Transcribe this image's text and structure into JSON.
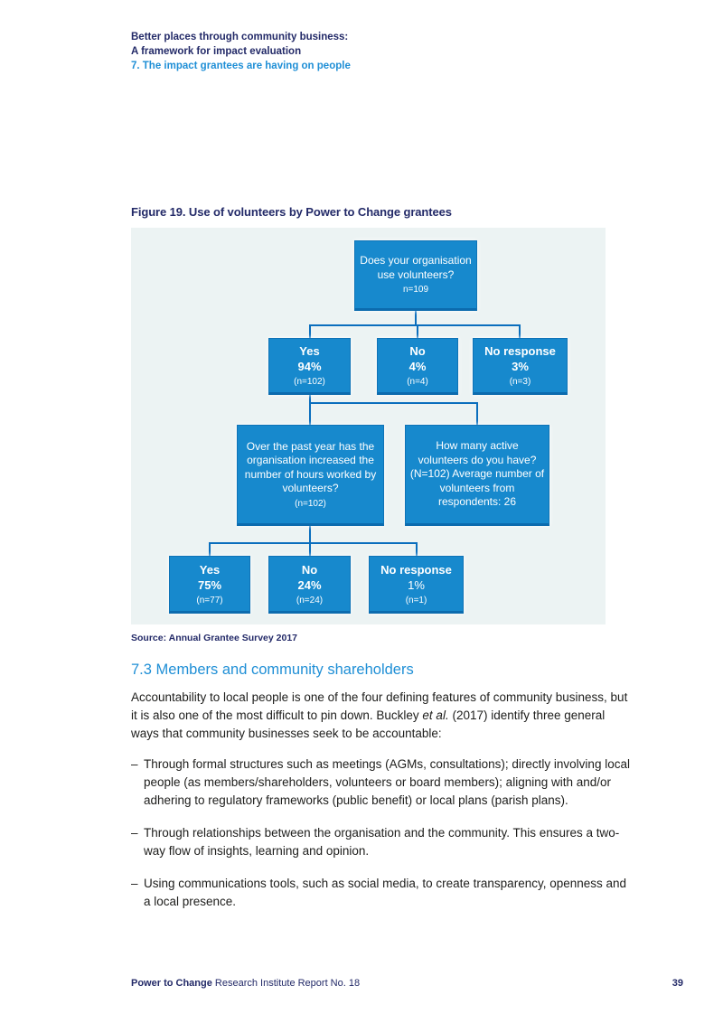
{
  "colors": {
    "navy_text": "#232a68",
    "heading_blue": "#1f8fd6",
    "box_blue": "#1789cd",
    "box_border_blue": "#0e73b6",
    "connector_blue": "#0a6ebd",
    "figure_background": "#ecf3f3",
    "body_text": "#1d1d1b"
  },
  "header": {
    "line1": "Better places through community business:",
    "line2": "A framework for impact evaluation",
    "line3": "7. The impact grantees are having on people"
  },
  "figure": {
    "title": "Figure 19. Use of volunteers by Power to Change grantees",
    "source": "Source: Annual Grantee Survey 2017",
    "root": {
      "text": "Does your organisation use volunteers?",
      "n": "n=109"
    },
    "row2": [
      {
        "label": "Yes",
        "pct": "94%",
        "n": "(n=102)"
      },
      {
        "label": "No",
        "pct": "4%",
        "n": "(n=4)"
      },
      {
        "label": "No response",
        "pct": "3%",
        "n": "(n=3)"
      }
    ],
    "row3": [
      {
        "text": "Over the past year has the organisation increased the number of hours worked by volunteers?",
        "n": "(n=102)"
      },
      {
        "text": "How many active volunteers do you have? (N=102) Average number of volunteers from respondents: 26"
      }
    ],
    "row4": [
      {
        "label": "Yes",
        "pct": "75%",
        "n": "(n=77)"
      },
      {
        "label": "No",
        "pct": "24%",
        "n": "(n=24)"
      },
      {
        "label": "No response",
        "pct": "1%",
        "n": "(n=1)"
      }
    ]
  },
  "section": {
    "heading": "7.3 Members and community shareholders",
    "para_part1": "Accountability to local people is one of the four defining features of community business, but it is also one of the most difficult to pin down. Buckley ",
    "para_italic": "et al.",
    "para_part2": " (2017) identify three general ways that community businesses seek to be accountable:",
    "bullet_dash": "–",
    "bullets": [
      "Through formal structures such as meetings (AGMs, consultations); directly involving local people (as members/shareholders, volunteers or board members); aligning with and/or adhering to regulatory frameworks (public benefit) or local plans (parish plans).",
      "Through relationships between the organisation and the community. This ensures a two-way flow of insights, learning and opinion.",
      "Using communications tools, such as social media, to create transparency, openness and a local presence."
    ]
  },
  "footer": {
    "brand": "Power to Change",
    "rest": " Research Institute Report No. 18",
    "page": "39"
  }
}
